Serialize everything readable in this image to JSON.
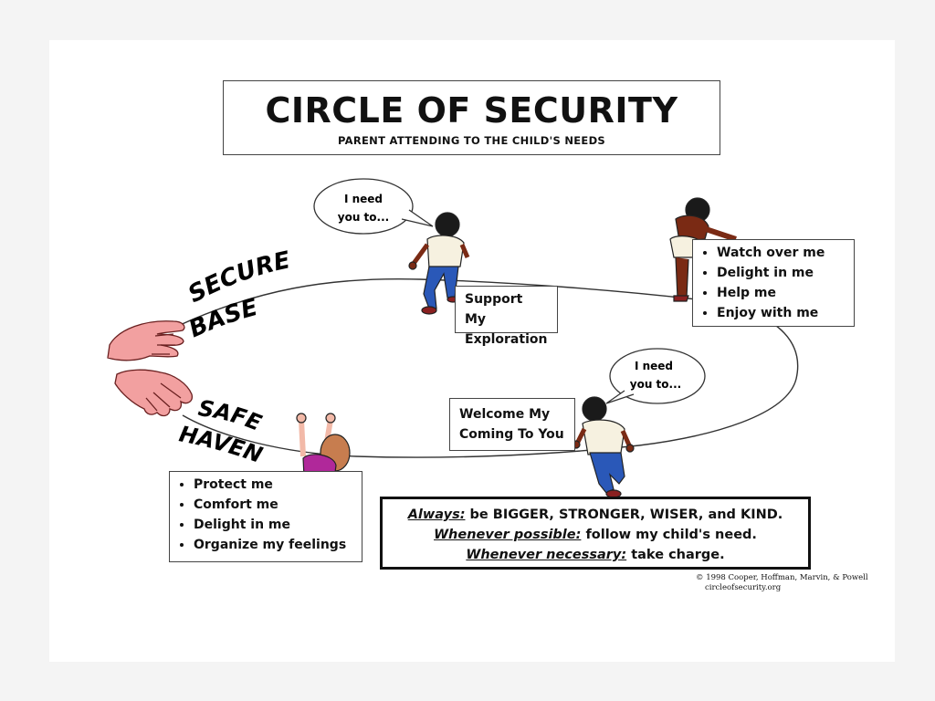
{
  "title": "CIRCLE OF SECURITY",
  "subtitle": "PARENT ATTENDING TO THE CHILD'S NEEDS",
  "circle_labels": {
    "secure_line1": "SECURE",
    "secure_line2": "BASE",
    "safe_line1": "SAFE",
    "safe_line2": "HAVEN"
  },
  "speech_bubbles": [
    {
      "line1": "I need",
      "line2": "you to..."
    },
    {
      "line1": "I need",
      "line2": "you to..."
    }
  ],
  "support_box": {
    "line1": "Support My",
    "line2": "Exploration"
  },
  "welcome_box": {
    "line1": "Welcome My",
    "line2": "Coming To You"
  },
  "watch_list": [
    "Watch over me",
    "Delight in me",
    "Help me",
    "Enjoy with me"
  ],
  "protect_list": [
    "Protect me",
    "Comfort me",
    "Delight in me",
    "Organize my feelings"
  ],
  "always_box": {
    "line1_emph": "Always:",
    "line1_rest": " be BIGGER, STRONGER, WISER, and KIND.",
    "line2_emph": "Whenever possible:",
    "line2_rest": " follow my child's need.",
    "line3_emph": "Whenever necessary:",
    "line3_rest": " take charge."
  },
  "credit": {
    "line1": "© 1998 Cooper, Hoffman, Marvin, & Powell",
    "line2": "circleofsecurity.org"
  },
  "colors": {
    "skin": "#7a2a14",
    "hands": "#f2a0a0",
    "jeans": "#2a58b8",
    "baby_shirt": "#b0289a",
    "baby_hair": "#c77d4f",
    "outline": "#222222"
  }
}
